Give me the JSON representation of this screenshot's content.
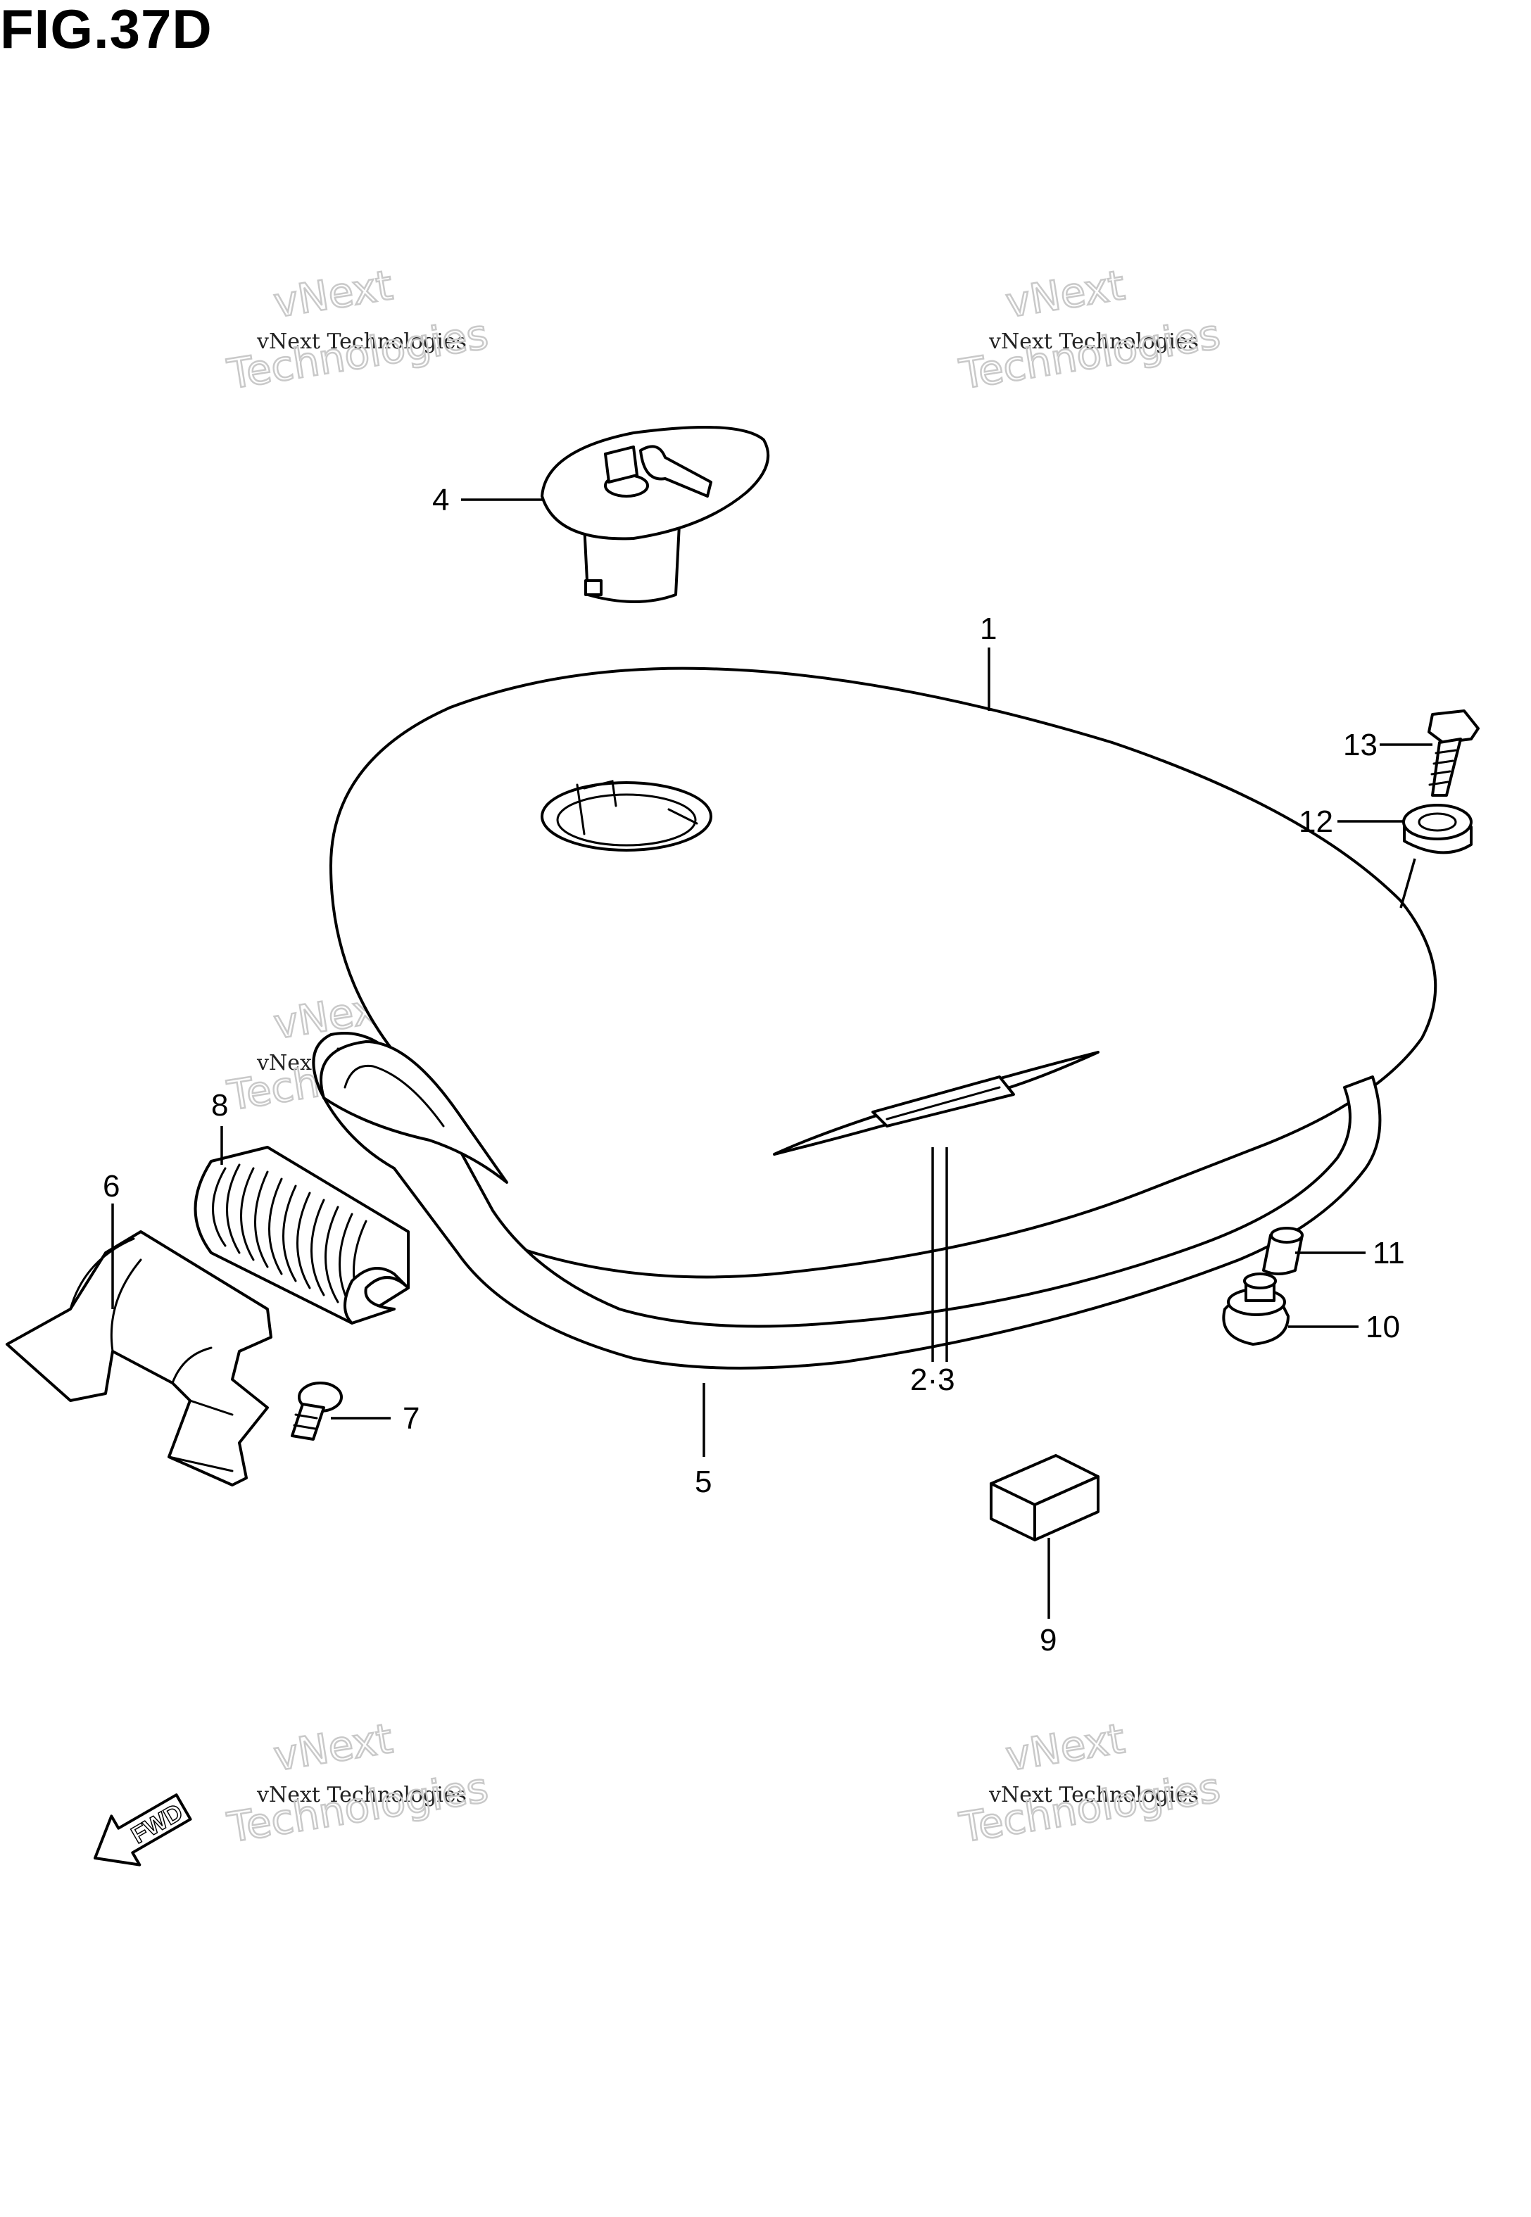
{
  "figure": {
    "title": "FIG.37D"
  },
  "watermark": {
    "line1": "vNext Technologies",
    "line2": "vNext",
    "line3": "Technologies"
  },
  "callouts": [
    {
      "id": "1",
      "part": "fuel-tank"
    },
    {
      "id": "2·3",
      "part": "tank-emblem"
    },
    {
      "id": "4",
      "part": "fuel-cap-with-keys"
    },
    {
      "id": "5",
      "part": "tank-bottom-trim"
    },
    {
      "id": "6",
      "part": "bracket"
    },
    {
      "id": "7",
      "part": "screw"
    },
    {
      "id": "8",
      "part": "hose-protector"
    },
    {
      "id": "9",
      "part": "cushion-block"
    },
    {
      "id": "10",
      "part": "rubber-mount"
    },
    {
      "id": "11",
      "part": "collar"
    },
    {
      "id": "12",
      "part": "washer"
    },
    {
      "id": "13",
      "part": "bolt"
    }
  ],
  "direction_marker": {
    "label": "FWD",
    "icon": "forward-arrow-icon"
  }
}
